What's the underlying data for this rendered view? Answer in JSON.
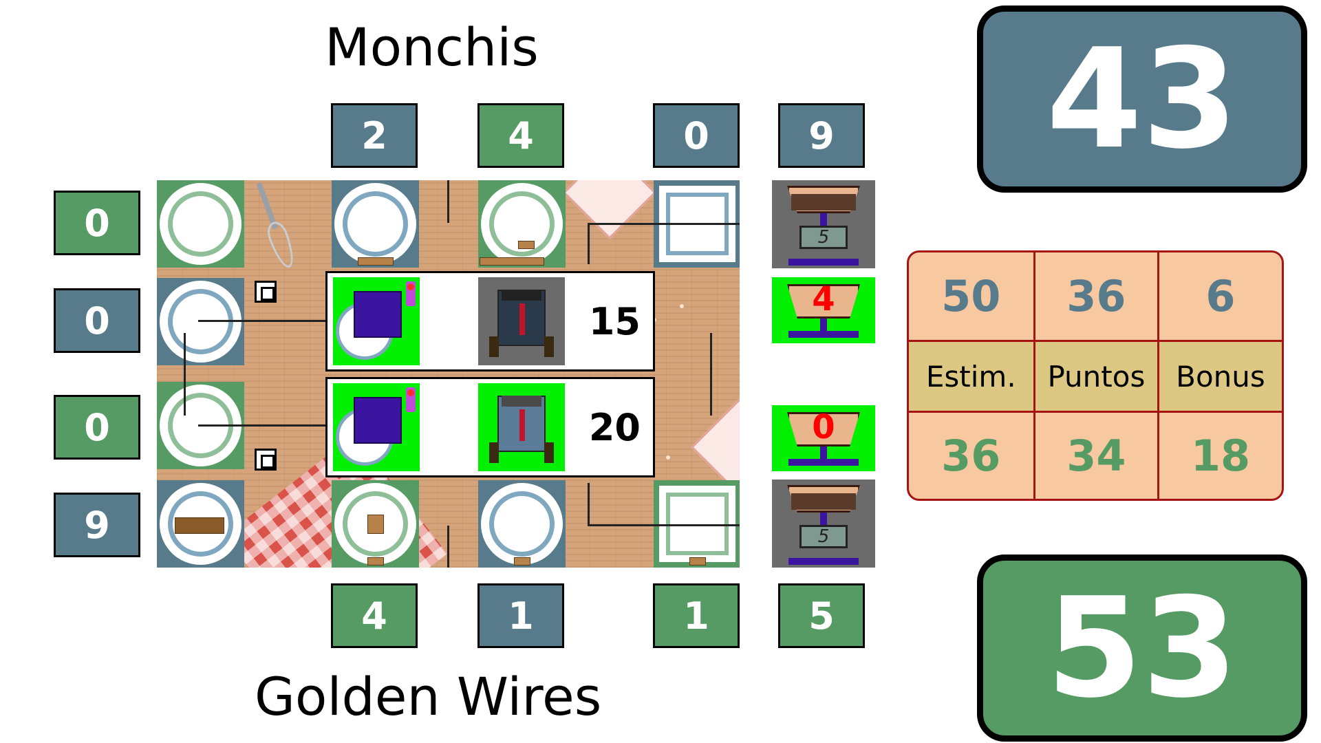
{
  "teams": {
    "top_name": "Monchis",
    "bottom_name": "Golden Wires"
  },
  "scores": {
    "top": "43",
    "bottom": "53"
  },
  "columns": {
    "top": [
      "2",
      "4",
      "0",
      "9"
    ],
    "bottom": [
      "4",
      "1",
      "1",
      "5"
    ]
  },
  "rows": [
    "0",
    "0",
    "0",
    "9"
  ],
  "cards": [
    {
      "value": "15"
    },
    {
      "value": "20"
    }
  ],
  "scales": {
    "upper_display": "5",
    "lower_display": "5",
    "upper_value": "4",
    "lower_value": "0"
  },
  "stats_table": {
    "top_row": [
      "50",
      "36",
      "6"
    ],
    "headers": [
      "Estim.",
      "Puntos",
      "Bonus"
    ],
    "bottom_row": [
      "36",
      "34",
      "18"
    ]
  },
  "colors": {
    "team_top": "#577b8b",
    "team_bottom": "#569b63",
    "table_border": "#a61313",
    "table_bg": "#f8c9a1",
    "table_header_bg": "#dcc883"
  },
  "icons": [
    "plate-icon",
    "robot-icon",
    "waiter-icon",
    "scale-icon",
    "marker-icon",
    "tablecloth-icon",
    "whisk-icon"
  ]
}
